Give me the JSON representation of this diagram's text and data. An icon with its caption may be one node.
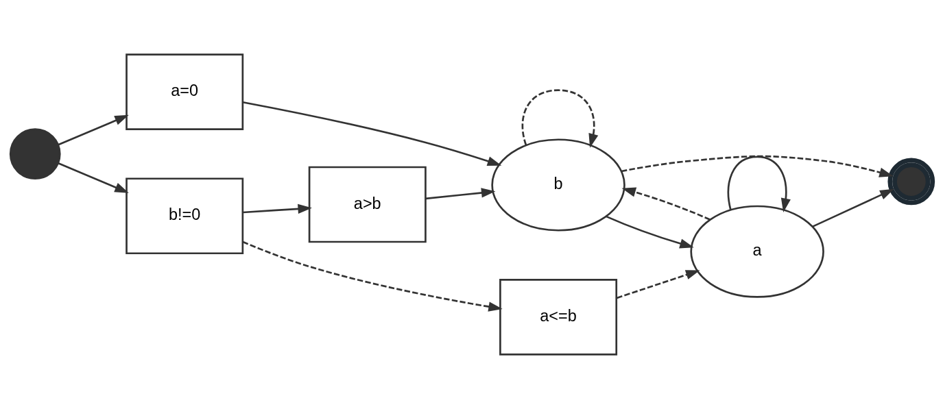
{
  "diagram": {
    "nodes": [
      {
        "text": [],
        "shape": "circle"
      },
      {
        "text": [
          "a=0"
        ]
      },
      {
        "text": [
          "a>b"
        ]
      },
      {
        "text": [
          "b"
        ]
      },
      {
        "text": [
          "a"
        ]
      },
      {
        "text": [
          "b!=0"
        ]
      },
      {
        "text": [],
        "shape": "circle"
      },
      {
        "text": [
          "a<=b"
        ]
      }
    ],
    "edges": [
      {
        "from": 0,
        "to": 1,
        "arrow": "to"
      },
      {
        "from": 0,
        "to": 5,
        "arrow": "to"
      },
      {
        "from": 1,
        "to": 3,
        "arrow": "to"
      },
      {
        "from": 5,
        "to": 2,
        "arrow": "to"
      },
      {
        "from": 5,
        "to": 7,
        "arrow": "to",
        "style": "dashed"
      },
      {
        "from": 2,
        "to": 3,
        "arrow": "to"
      },
      {
        "from": 3,
        "to": 3,
        "arrow": "to",
        "style": "dashed"
      },
      {
        "from": 4,
        "to": 3,
        "arrow": "to",
        "style": "dashed"
      },
      {
        "from": 3,
        "to": 4,
        "arrow": "to"
      },
      {
        "from": 4,
        "to": 4,
        "arrow": "to"
      },
      {
        "from": 3,
        "to": 6,
        "arrow": "to",
        "style": "dashed"
      },
      {
        "from": 4,
        "to": 6,
        "arrow": "to"
      },
      {
        "from": 7,
        "to": 4,
        "arrow": "to",
        "style": "dashed"
      }
    ]
  }
}
